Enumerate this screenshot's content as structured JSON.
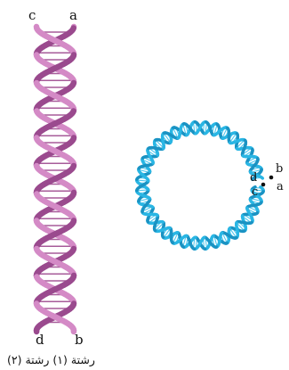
{
  "linear_dna": {
    "top_labels": {
      "left": "c",
      "right": "a"
    },
    "bottom_labels": {
      "left": "d",
      "right": "b"
    },
    "caption": "رشتة (١) رشتة (٢)",
    "colors": {
      "strand_dark": "#9a4a8e",
      "strand_light": "#d48ac6",
      "rung": "#a75c9a"
    }
  },
  "circular_dna": {
    "labels": {
      "b": "b",
      "d": "d",
      "c": "c",
      "a": "a"
    },
    "colors": {
      "strand": "#2ab6e4",
      "strand_dark": "#1b93c3",
      "rung": "#4fc7ee"
    }
  }
}
